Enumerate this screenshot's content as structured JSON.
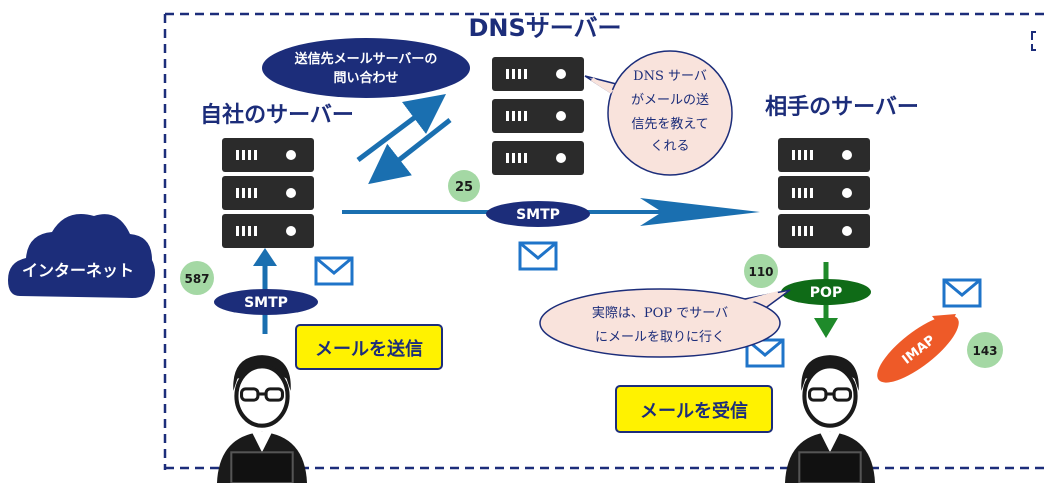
{
  "diagram": {
    "internet_label": "インターネット",
    "dns_server_label": "DNSサーバー",
    "own_server_label": "自社のサーバー",
    "peer_server_label": "相手のサーバー",
    "query_bubble": [
      "送信先メールサーバーの",
      "問い合わせ"
    ],
    "dns_callout": [
      "DNS サーバ",
      "がメールの送",
      "信先を教えて",
      "くれる"
    ],
    "receive_callout": [
      "実際は、POP でサーバ",
      "にメールを取りに行く"
    ],
    "protocols": {
      "smtp_main": "SMTP",
      "smtp_send": "SMTP",
      "pop": "POP",
      "imap": "IMAP"
    },
    "ports": {
      "smtp_relay": "25",
      "submission": "587",
      "pop": "110",
      "imap": "143"
    },
    "send_label": "メールを送信",
    "receive_label": "メールを受信",
    "colors": {
      "navy": "#1c2d7a",
      "arrow_blue": "#1a6fb0",
      "pop_green": "#1f8a2a",
      "imap_orange": "#ee5a28",
      "port_green": "#a4d8a4",
      "callout_fill": "#f9e3dc",
      "highlight_yellow": "#fff200",
      "server_dark": "#2b2b2b"
    }
  }
}
